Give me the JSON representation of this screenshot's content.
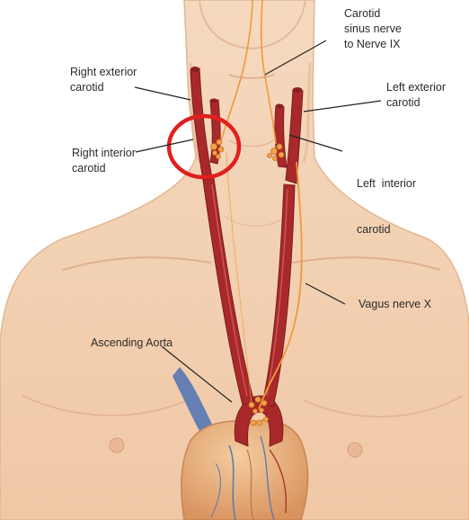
{
  "labels": {
    "carotid_sinus_nerve": [
      "Carotid",
      "sinus nerve",
      "to Nerve IX"
    ],
    "right_exterior_carotid": [
      "Right exterior",
      "carotid"
    ],
    "left_exterior_carotid": [
      "Left exterior",
      "carotid"
    ],
    "right_interior_carotid": [
      "Right interior",
      "carotid"
    ],
    "left_interior_carotid": [
      "Left  interior",
      "carotid"
    ],
    "vagus_nerve": [
      "Vagus nerve X"
    ],
    "ascending_aorta": [
      "Ascending Aorta"
    ]
  },
  "colors": {
    "skin": "#f4d3b4",
    "skin_shadow": "#dcae8c",
    "artery": "#a9292b",
    "artery_highlight": "#d8615d",
    "nerve": "#ee9a3a",
    "highlight_circle": "#e0201f",
    "heart": "#e8b27e",
    "vein": "#5677b3",
    "label_text": "#2b2b2b",
    "leader_line": "#222222"
  }
}
